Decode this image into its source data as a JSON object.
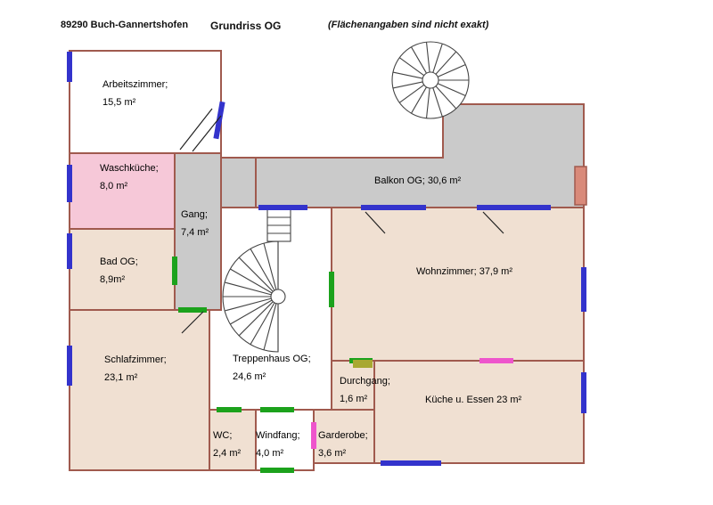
{
  "header": {
    "address": "89290 Buch-Gannertshofen",
    "title": "Grundriss OG",
    "note": "(Flächenangaben sind nicht exakt)"
  },
  "rooms": [
    {
      "id": "arbeitszimmer",
      "label": "Arbeitszimmer;\n15,5 m²"
    },
    {
      "id": "waschkueche",
      "label": "Waschküche;\n8,0 m²"
    },
    {
      "id": "gang",
      "label": "Gang;\n7,4 m²"
    },
    {
      "id": "bad",
      "label": "Bad OG;\n8,9m²"
    },
    {
      "id": "schlafzimmer",
      "label": "Schlafzimmer;\n23,1 m²"
    },
    {
      "id": "balkon",
      "label": "Balkon OG; 30,6 m²"
    },
    {
      "id": "wohnzimmer",
      "label": "Wohnzimmer; 37,9 m²"
    },
    {
      "id": "treppenhaus",
      "label": "Treppenhaus OG;\n24,6 m²"
    },
    {
      "id": "durchgang",
      "label": "Durchgang;\n1,6 m²"
    },
    {
      "id": "kueche",
      "label": "Küche u. Essen 23 m²"
    },
    {
      "id": "wc",
      "label": "WC;\n2,4 m²"
    },
    {
      "id": "windfang",
      "label": "Windfang;\n4,0 m²"
    },
    {
      "id": "garderobe",
      "label": "Garderobe;\n3,6 m²"
    }
  ],
  "colors": {
    "wall": "#a05a4e",
    "room": "#f0e0d2",
    "pink": "#f6c8d8",
    "gray": "#cacaca",
    "white": "#ffffff",
    "window": "#3333cc",
    "door": "#1ca21c",
    "magenta": "#ee55cc",
    "olive": "#a8a832",
    "salmon": "#d98a7a",
    "stair": "#444444",
    "ink": "#000000"
  }
}
